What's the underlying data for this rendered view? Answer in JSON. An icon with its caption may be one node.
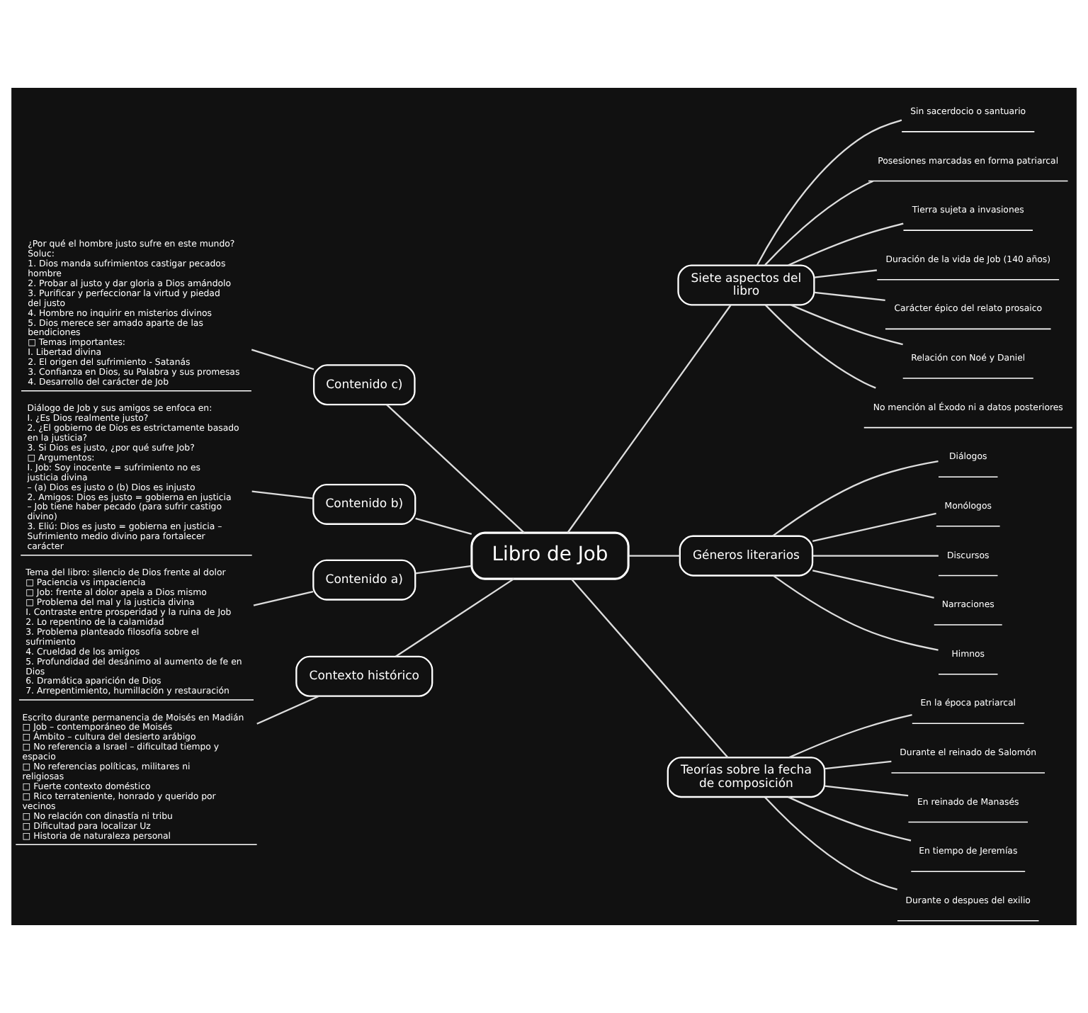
{
  "diagram": {
    "nodes": [
      {
        "text": [
          "Libro de Job"
        ]
      },
      {
        "text": [
          "Contenido c)"
        ]
      },
      {
        "text": [
          "¿Por qué el hombre justo sufre en este mundo? Soluc:",
          "1. Dios manda sufrimientos castigar pecados hombre",
          "2. Probar al justo y dar gloria a Dios amándolo",
          "3. Purificar y perfeccionar la virtud y piedad del justo",
          "4. Hombre no inquirir en misterios divinos",
          "5. Dios merece ser amado aparte de las bendiciones",
          "□ Temas importantes:",
          "I. Libertad divina",
          "2. El origen del sufrimiento - Satanás",
          "3. Confianza en Dios, su Palabra y sus promesas",
          "4. Desarrollo del carácter de Job"
        ]
      },
      {
        "text": [
          "Contenido b)"
        ]
      },
      {
        "text": [
          "Diálogo de Job y sus amigos se enfoca en:",
          "I. ¿Es Dios realmente justo?",
          "2. ¿El gobierno de Dios es estrictamente basado en la justicia?",
          "3. Si Dios es justo, ¿por qué sufre Job?",
          "□ Argumentos:",
          "I. Job: Soy inocente = sufrimiento no es justicia divina",
          "– (a) Dios es justo o (b) Dios es injusto",
          "2. Amigos: Dios es justo = gobierna en justicia – Job tiene haber pecado (para sufrir castigo divino)",
          "3. Eliú: Dios es justo = gobierna en justicia –",
          "Sufrimiento medio divino para fortalecer carácter"
        ]
      },
      {
        "text": [
          "Contenido a)"
        ]
      },
      {
        "text": [
          "Tema del libro: silencio de Dios frente al dolor",
          "□ Paciencia vs impaciencia",
          "□ Job: frente al dolor apela a Dios mismo",
          "□ Problema del mal y la justicia divina",
          "I. Contraste entre prosperidad y la ruina de Job",
          "2. Lo repentino de la calamidad",
          "3. Problema planteado filosofía sobre el sufrimiento",
          "4. Crueldad de los amigos",
          "5. Profundidad del desánimo al aumento de fe en Dios",
          "6. Dramática aparición de Dios",
          "7. Arrepentimiento, humillación y restauración"
        ]
      },
      {
        "text": [
          "Contexto histórico"
        ]
      },
      {
        "text": [
          "Escrito durante permanencia de Moisés en Madián",
          "□ Job – contemporáneo de Moisés",
          "□ Ámbito – cultura del desierto arábigo",
          "□ No referencia a Israel – dificultad tiempo y espacio",
          "□ No referencias políticas, militares ni religiosas",
          "□ Fuerte contexto doméstico",
          "□ Rico terrateniente, honrado y querido por vecinos",
          "□ No relación con dinastía ni tribu",
          "□ Dificultad para localizar Uz",
          "□ Historia de naturaleza personal"
        ]
      },
      {
        "text": [
          "Siete aspectos del libro"
        ]
      },
      {
        "text": [
          "Sin sacerdocio o santuario"
        ]
      },
      {
        "text": [
          "Posesiones marcadas en forma patriarcal"
        ]
      },
      {
        "text": [
          "Tierra sujeta a invasiones"
        ]
      },
      {
        "text": [
          "Duración de la vida de Job (140 años)"
        ]
      },
      {
        "text": [
          "Carácter épico del relato prosaico"
        ]
      },
      {
        "text": [
          "Relación con Noé y Daniel"
        ]
      },
      {
        "text": [
          "No mención al Éxodo ni a datos posteriores"
        ]
      },
      {
        "text": [
          "Géneros literarios"
        ]
      },
      {
        "text": [
          "Diálogos"
        ]
      },
      {
        "text": [
          "Monólogos"
        ]
      },
      {
        "text": [
          "Discursos"
        ]
      },
      {
        "text": [
          "Narraciones"
        ]
      },
      {
        "text": [
          "Himnos"
        ]
      },
      {
        "text": [
          "Teorías sobre la fecha de composición"
        ]
      },
      {
        "text": [
          "En la época patriarcal"
        ]
      },
      {
        "text": [
          "Durante el reinado de Salomón"
        ]
      },
      {
        "text": [
          "En reinado de Manasés"
        ]
      },
      {
        "text": [
          "En tiempo de Jeremías"
        ]
      },
      {
        "text": [
          "Durante o despues del exilio"
        ]
      }
    ],
    "edges": [
      {
        "from": 0,
        "to": 1,
        "arrow": "none"
      },
      {
        "from": 1,
        "to": 2,
        "arrow": "none"
      },
      {
        "from": 0,
        "to": 3,
        "arrow": "none"
      },
      {
        "from": 3,
        "to": 4,
        "arrow": "none"
      },
      {
        "from": 0,
        "to": 5,
        "arrow": "none"
      },
      {
        "from": 5,
        "to": 6,
        "arrow": "none"
      },
      {
        "from": 0,
        "to": 7,
        "arrow": "none"
      },
      {
        "from": 7,
        "to": 8,
        "arrow": "none"
      },
      {
        "from": 0,
        "to": 9,
        "arrow": "none"
      },
      {
        "from": 9,
        "to": 10,
        "arrow": "none"
      },
      {
        "from": 9,
        "to": 11,
        "arrow": "none"
      },
      {
        "from": 9,
        "to": 12,
        "arrow": "none"
      },
      {
        "from": 9,
        "to": 13,
        "arrow": "none"
      },
      {
        "from": 9,
        "to": 14,
        "arrow": "none"
      },
      {
        "from": 9,
        "to": 15,
        "arrow": "none"
      },
      {
        "from": 9,
        "to": 16,
        "arrow": "none"
      },
      {
        "from": 0,
        "to": 17,
        "arrow": "none"
      },
      {
        "from": 17,
        "to": 18,
        "arrow": "none"
      },
      {
        "from": 17,
        "to": 19,
        "arrow": "none"
      },
      {
        "from": 17,
        "to": 20,
        "arrow": "none"
      },
      {
        "from": 17,
        "to": 21,
        "arrow": "none"
      },
      {
        "from": 17,
        "to": 22,
        "arrow": "none"
      },
      {
        "from": 0,
        "to": 23,
        "arrow": "none"
      },
      {
        "from": 23,
        "to": 24,
        "arrow": "none"
      },
      {
        "from": 23,
        "to": 25,
        "arrow": "none"
      },
      {
        "from": 23,
        "to": 26,
        "arrow": "none"
      },
      {
        "from": 23,
        "to": 27,
        "arrow": "none"
      },
      {
        "from": 23,
        "to": 28,
        "arrow": "none"
      }
    ]
  }
}
